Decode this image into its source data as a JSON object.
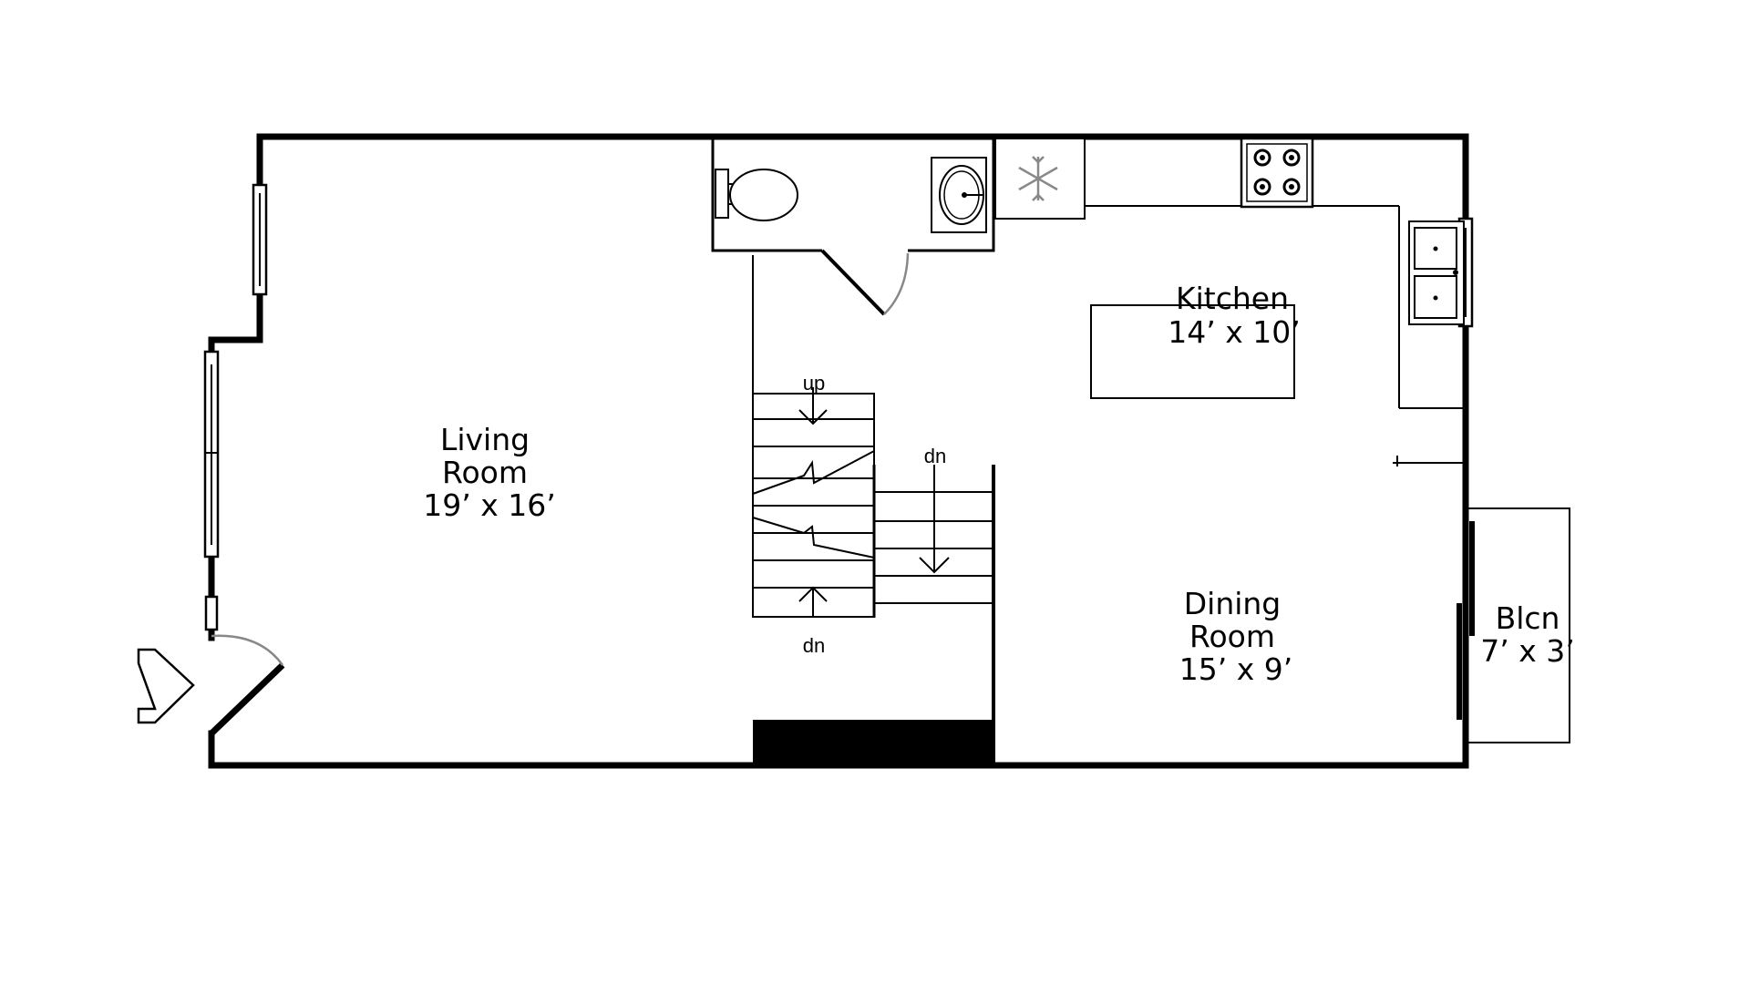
{
  "rooms": {
    "living": {
      "name1": "Living",
      "name2": "Room",
      "dims": "19’ x 16’"
    },
    "kitchen": {
      "name": "Kitchen",
      "dims": "14’ x 10’"
    },
    "dining": {
      "name1": "Dining",
      "name2": "Room",
      "dims": "15’ x 9’"
    },
    "balcony": {
      "name": "Blcn",
      "dims": "7’ x 3’"
    }
  },
  "stairs": {
    "up": "up",
    "dn_upper": "dn",
    "dn_lower": "dn"
  },
  "icons": [
    "entry-arrow-icon",
    "toilet-icon",
    "sink-icon",
    "refrigerator-icon",
    "stove-icon",
    "double-sink-icon"
  ]
}
